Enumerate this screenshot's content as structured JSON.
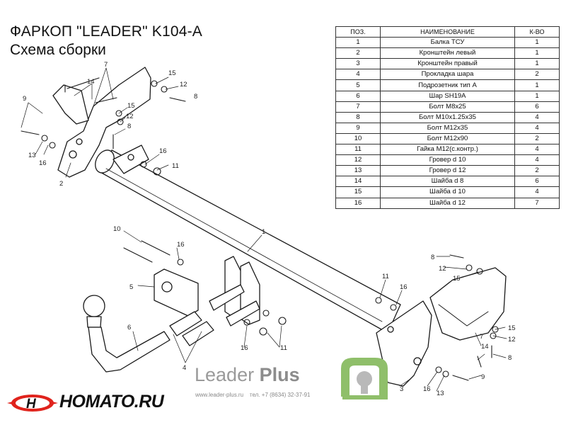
{
  "header": {
    "title": "ФАРКОП \"LEADER\" K104-A",
    "subtitle": "Схема сборки"
  },
  "parts_table": {
    "columns": [
      "ПОЗ.",
      "НАИМЕНОВАНИЕ",
      "К-ВО"
    ],
    "rows": [
      [
        "1",
        "Балка ТСУ",
        "1"
      ],
      [
        "2",
        "Кронштейн левый",
        "1"
      ],
      [
        "3",
        "Кронштейн правый",
        "1"
      ],
      [
        "4",
        "Прокладка шара",
        "2"
      ],
      [
        "5",
        "Подрозетник тип А",
        "1"
      ],
      [
        "6",
        "Шар SH19A",
        "1"
      ],
      [
        "7",
        "Болт М8х25",
        "6"
      ],
      [
        "8",
        "Болт М10х1.25х35",
        "4"
      ],
      [
        "9",
        "Болт М12х35",
        "4"
      ],
      [
        "10",
        "Болт М12х90",
        "2"
      ],
      [
        "11",
        "Гайка М12(с.контр.)",
        "4"
      ],
      [
        "12",
        "Гровер d 10",
        "4"
      ],
      [
        "13",
        "Гровер d 12",
        "2"
      ],
      [
        "14",
        "Шайба d 8",
        "6"
      ],
      [
        "15",
        "Шайба d 10",
        "4"
      ],
      [
        "16",
        "Шайба d 12",
        "7"
      ]
    ]
  },
  "callouts": [
    "1",
    "2",
    "3",
    "4",
    "5",
    "6",
    "7",
    "8",
    "9",
    "10",
    "11",
    "12",
    "13",
    "14",
    "15",
    "16"
  ],
  "brand": {
    "name_light": "Leader",
    "name_bold": "Plus",
    "website": "www.leader-plus.ru",
    "phone": "тел. +7 (8634) 32-37-91",
    "logo_color": "#8fbf6a"
  },
  "watermark": {
    "text": "HOMATO.RU",
    "accent": "#e0231c"
  }
}
